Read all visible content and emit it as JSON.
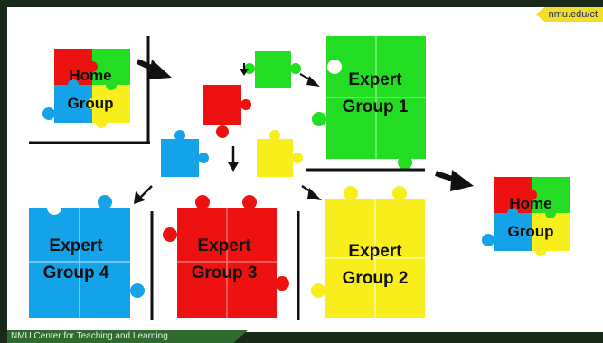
{
  "source_url": "nmu.edu/ct",
  "footer_text": "NMU Center for Teaching and Learning",
  "home_group_label": [
    "Home",
    "Group"
  ],
  "expert_groups": [
    {
      "label": [
        "Expert",
        "Group 1"
      ],
      "color": "#22dd22"
    },
    {
      "label": [
        "Expert",
        "Group 2"
      ],
      "color": "#f7ee1c"
    },
    {
      "label": [
        "Expert",
        "Group 3"
      ],
      "color": "#ee1111"
    },
    {
      "label": [
        "Expert",
        "Group 4"
      ],
      "color": "#14a3e8"
    }
  ],
  "colors": {
    "red": "#ee1111",
    "green": "#22dd22",
    "blue": "#14a3e8",
    "yellow": "#f7ee1c",
    "badge": "#f4dd2a",
    "footer": "#2f6b2f"
  }
}
